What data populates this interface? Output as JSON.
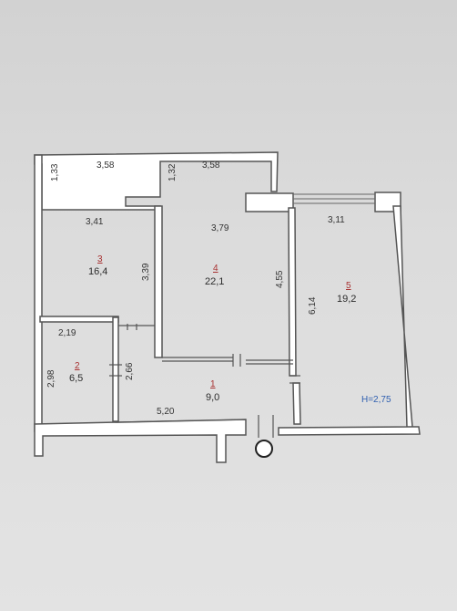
{
  "plan": {
    "height_label": "H=2,75",
    "rooms": [
      {
        "number": "1",
        "area": "9,0"
      },
      {
        "number": "2",
        "area": "6,5"
      },
      {
        "number": "3",
        "area": "16,4"
      },
      {
        "number": "4",
        "area": "22,1"
      },
      {
        "number": "5",
        "area": "19,2"
      }
    ],
    "dimensions": {
      "top_left_width": "3,58",
      "top_left_height": "1,33",
      "top_mid_height": "1,32",
      "top_mid_width": "3,58",
      "room3_width": "3,41",
      "room3_height": "3,39",
      "room4_width": "3,79",
      "room4_height": "4,55",
      "room5_width": "3,11",
      "room5_height": "6,14",
      "room2_width": "2,19",
      "room2_height": "2,98",
      "room2_side": "2,66",
      "hall_width": "5,20"
    }
  }
}
